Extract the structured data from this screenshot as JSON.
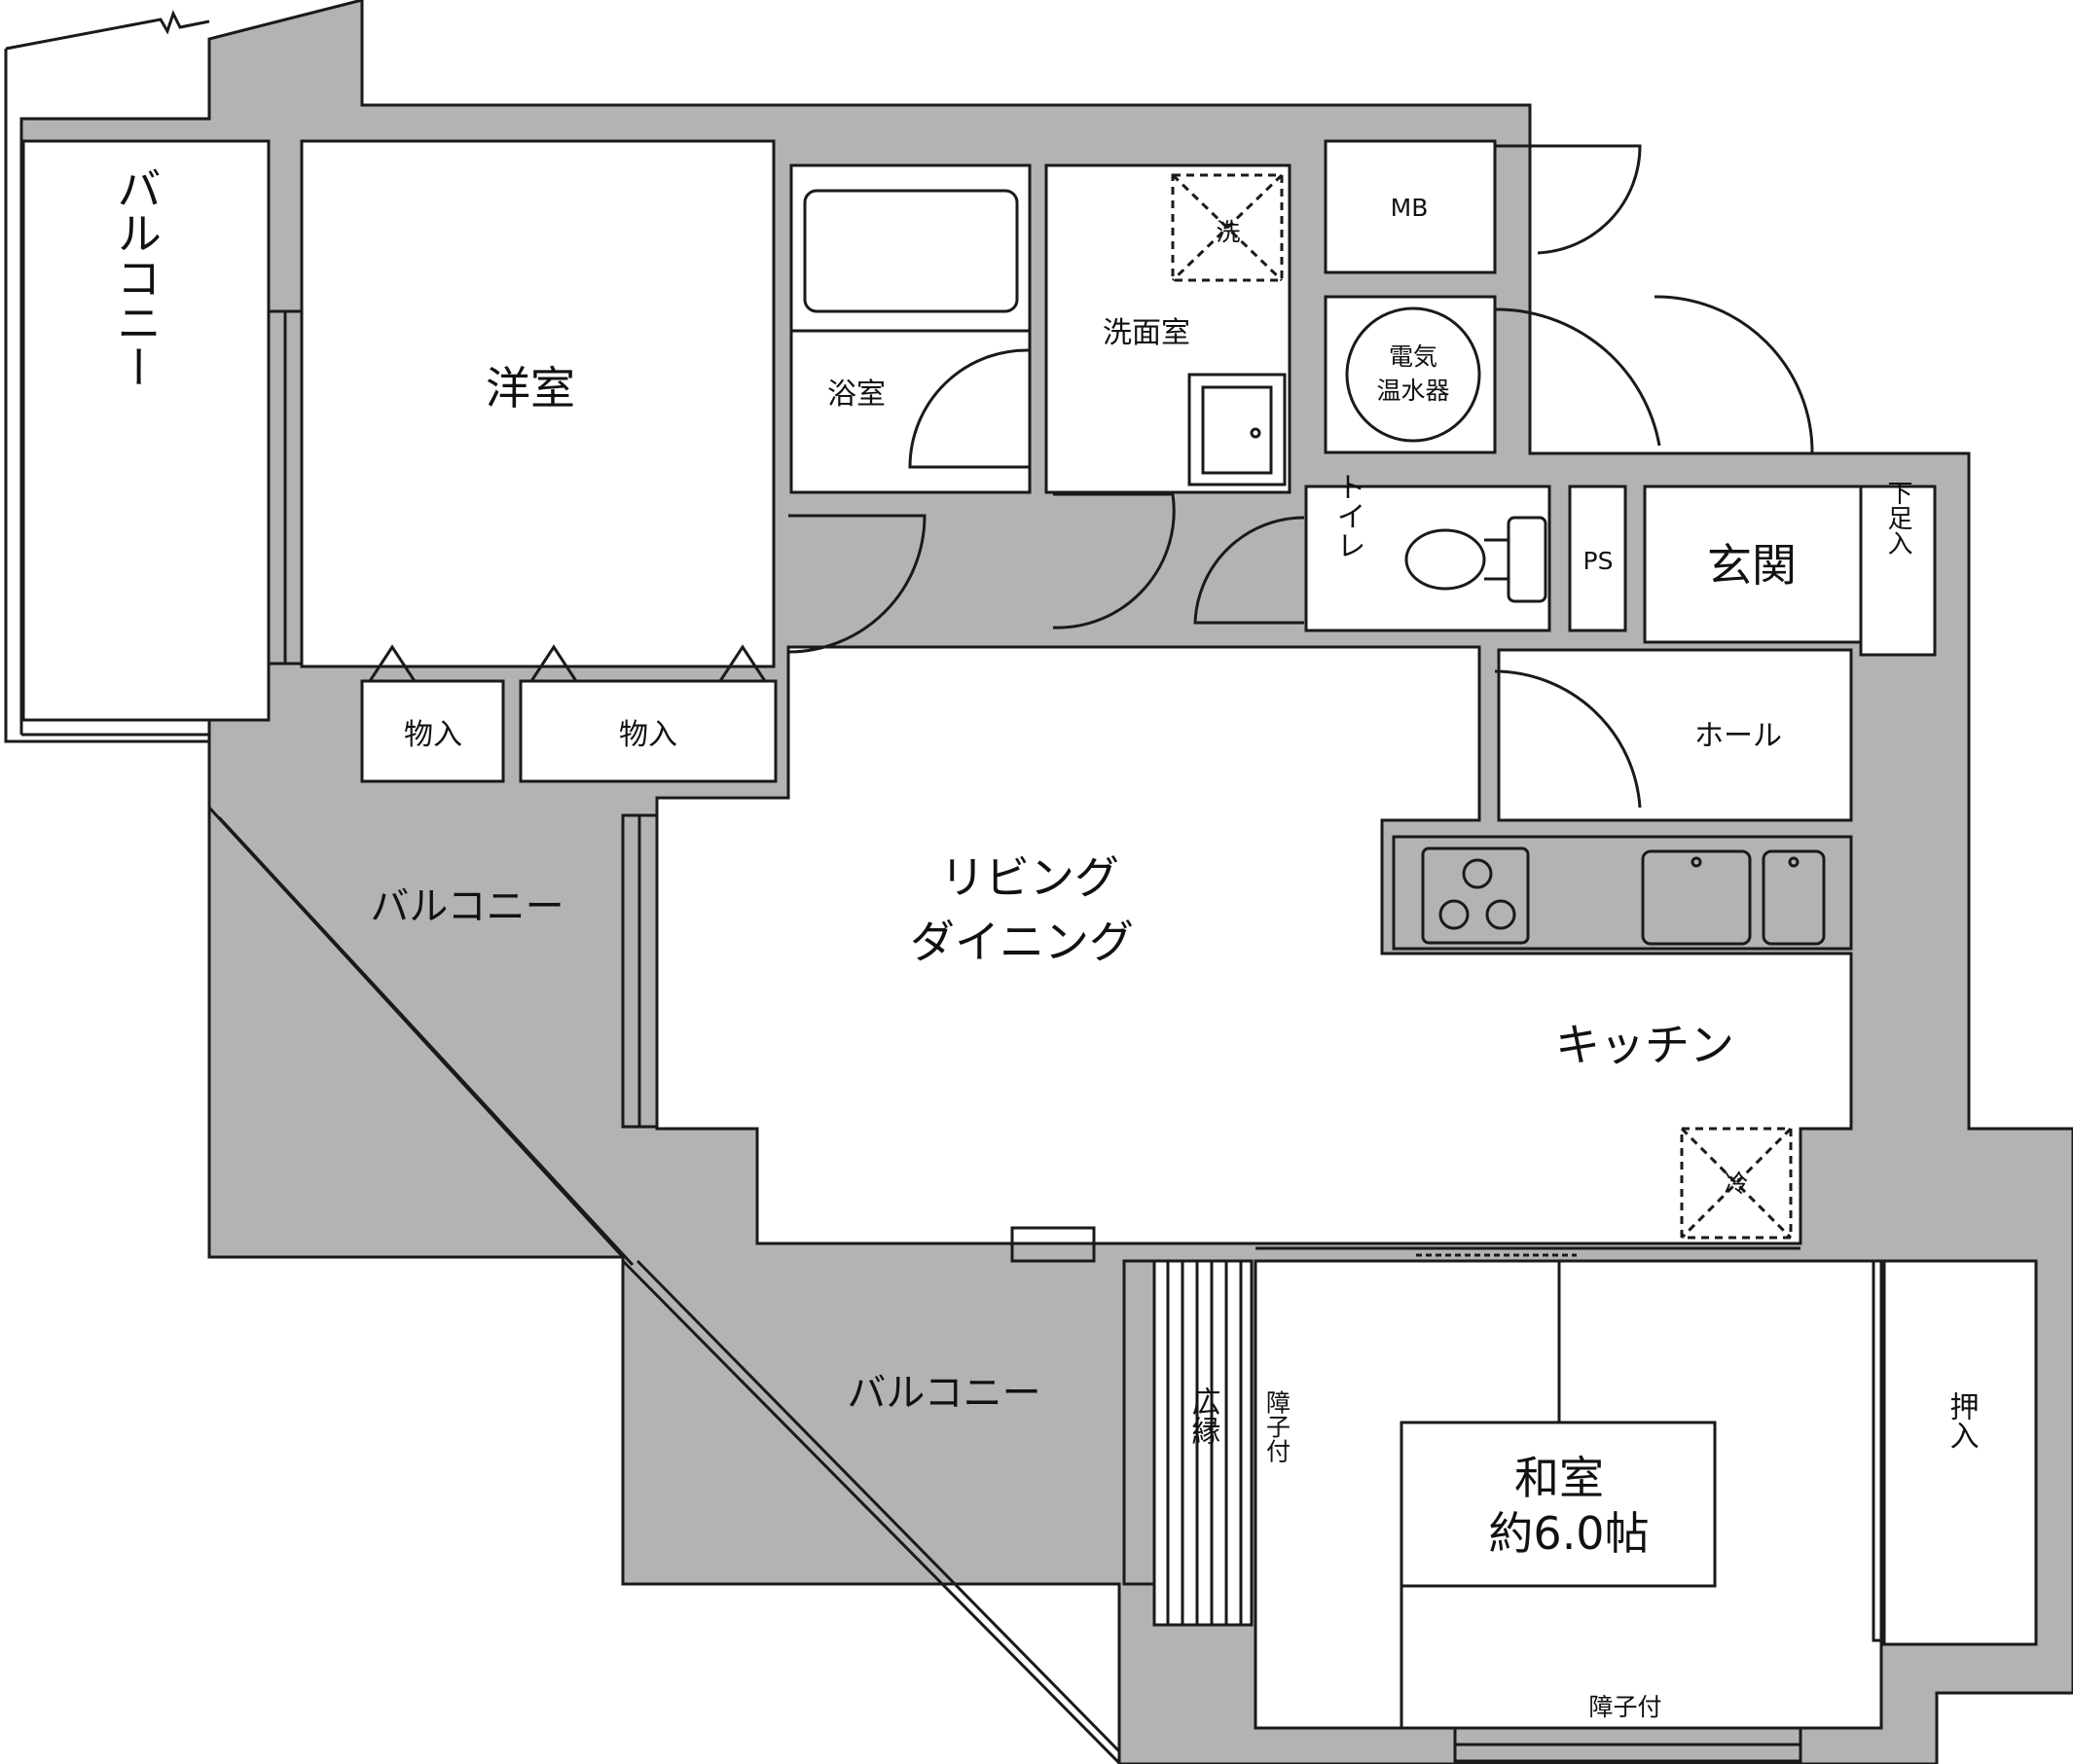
{
  "colors": {
    "wall": "#b3b3b3",
    "line": "#1a1a1a",
    "floor": "#ffffff"
  },
  "labels": {
    "western_room": "洋室",
    "bathroom": "浴室",
    "washroom": "洗面室",
    "washer_mark": "洗",
    "meter_box": "MB",
    "water_heater_line1": "電気",
    "water_heater_line2": "温水器",
    "toilet": "トイレ",
    "pipe_space": "PS",
    "entrance": "玄関",
    "shoe_storage": "下足入",
    "hall": "ホール",
    "living_line1": "リビング",
    "living_line2": "ダイニング",
    "kitchen": "キッチン",
    "fridge_mark": "冷",
    "storage": "物入",
    "balcony_vertical": "バルコニー",
    "balcony": "バルコニー",
    "engawa": "広縁",
    "shoji": "障子付",
    "japanese_room_line1": "和室",
    "japanese_room_line2": "約6.0帖",
    "closet": "押入"
  }
}
